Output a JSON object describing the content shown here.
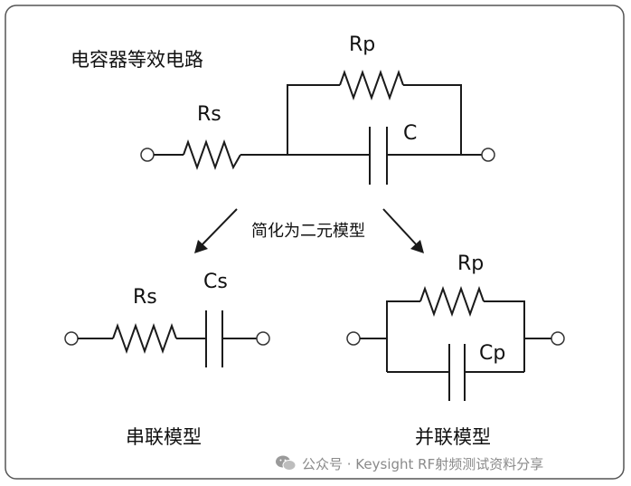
{
  "title": "电容器等效电路",
  "simplify_label": "简化为二元模型",
  "top_circuit": {
    "rp": "Rp",
    "rs": "Rs",
    "c": "C"
  },
  "series_circuit": {
    "rs": "Rs",
    "cs": "Cs",
    "caption": "串联模型"
  },
  "parallel_circuit": {
    "rp": "Rp",
    "cp": "Cp",
    "caption": "并联模型"
  },
  "watermark": {
    "text": "公众号 · Keysight RF射频测试资料分享",
    "icon": "wechat-icon"
  },
  "colors": {
    "line": "#1a1a1a",
    "border": "#555555",
    "watermark": "#8a8a8a"
  }
}
